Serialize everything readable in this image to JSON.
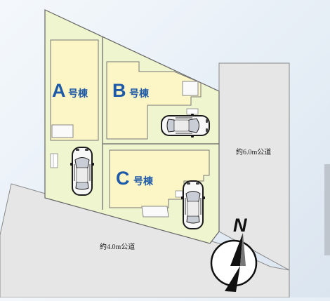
{
  "lots": [
    {
      "letter": "A",
      "suffix": "号棟"
    },
    {
      "letter": "B",
      "suffix": "号棟"
    },
    {
      "letter": "C",
      "suffix": "号棟"
    }
  ],
  "roads": {
    "east": "約6.0m公道",
    "south": "約4.0m公道"
  },
  "compass": {
    "north": "N"
  },
  "colors": {
    "site": "#eef5cf",
    "building": "#fcf6c6",
    "road": "#e6e6e6",
    "lot_letter": "#1e5aa8",
    "outline": "#666666"
  }
}
